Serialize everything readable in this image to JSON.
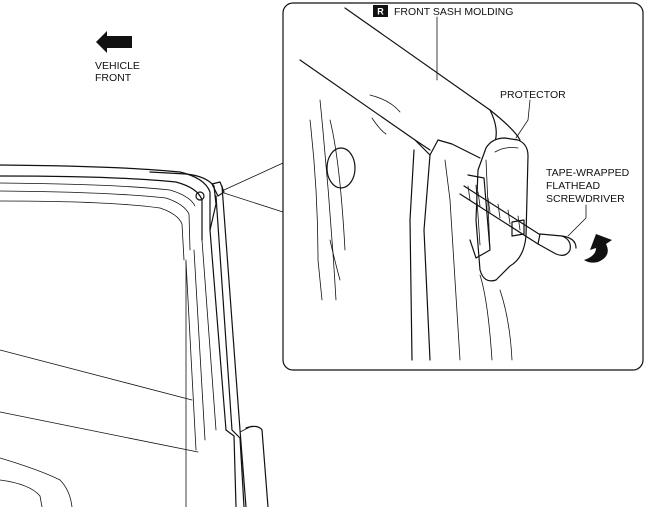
{
  "labels": {
    "badge": "R",
    "front_sash_molding": "FRONT SASH MOLDING",
    "protector": "PROTECTOR",
    "tool_line1": "TAPE-WRAPPED",
    "tool_line2": "FLATHEAD",
    "tool_line3": "SCREWDRIVER",
    "direction_line1": "VEHICLE",
    "direction_line2": "FRONT"
  },
  "icons": {
    "direction_arrow": "left-arrow-icon",
    "rotation_arrow": "rotate-arrow-icon",
    "badge": "r-badge-icon"
  },
  "colors": {
    "line": "#111111",
    "background": "#ffffff",
    "badge_fill": "#111111",
    "badge_text": "#ffffff"
  }
}
